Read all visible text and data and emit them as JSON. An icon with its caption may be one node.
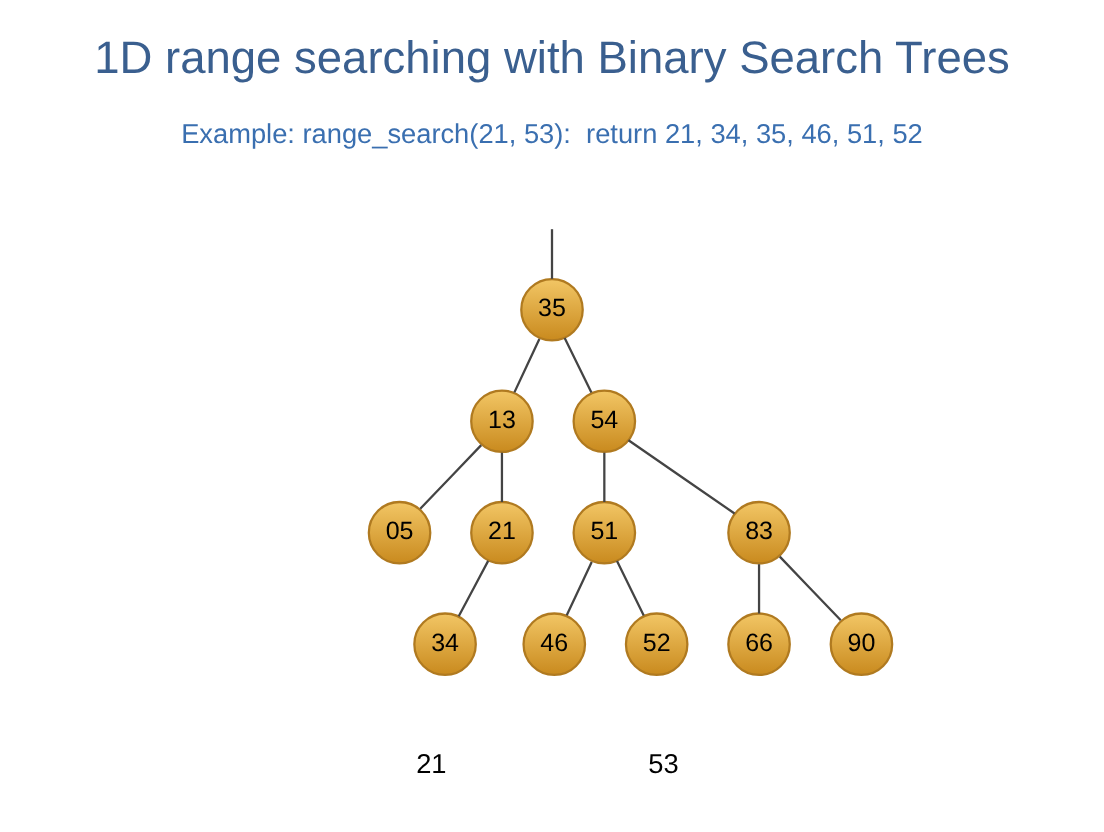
{
  "diagram": {
    "title": "1D range searching with Binary Search Trees",
    "nodes": [
      {
        "text": [
          "35"
        ]
      },
      {
        "text": [
          "13"
        ]
      },
      {
        "text": [
          "54"
        ]
      },
      {
        "text": [
          "05"
        ]
      },
      {
        "text": [
          "21"
        ]
      },
      {
        "text": [
          "51"
        ]
      },
      {
        "text": [
          "83"
        ]
      },
      {
        "text": [
          "34"
        ]
      },
      {
        "text": [
          "46"
        ]
      },
      {
        "text": [
          "52"
        ]
      },
      {
        "text": [
          "66"
        ]
      },
      {
        "text": [
          "90"
        ]
      }
    ],
    "edges": [
      {
        "from": null,
        "to": 0,
        "arrow": "none"
      },
      {
        "from": 0,
        "to": 1,
        "arrow": "none"
      },
      {
        "from": 0,
        "to": 2,
        "arrow": "none"
      },
      {
        "from": 1,
        "to": 3,
        "arrow": "none"
      },
      {
        "from": 1,
        "to": 4,
        "arrow": "none"
      },
      {
        "from": 4,
        "to": 7,
        "arrow": "none"
      },
      {
        "from": 2,
        "to": 5,
        "arrow": "none"
      },
      {
        "from": 2,
        "to": 6,
        "arrow": "none"
      },
      {
        "from": 5,
        "to": 8,
        "arrow": "none"
      },
      {
        "from": 5,
        "to": 9,
        "arrow": "none"
      },
      {
        "from": 6,
        "to": 10,
        "arrow": "none"
      },
      {
        "from": 6,
        "to": 11,
        "arrow": "none"
      }
    ],
    "labels": [
      "Example: range_search(21, 53):  return 21, 34, 35, 46, 51, 52",
      "21",
      "53"
    ]
  }
}
